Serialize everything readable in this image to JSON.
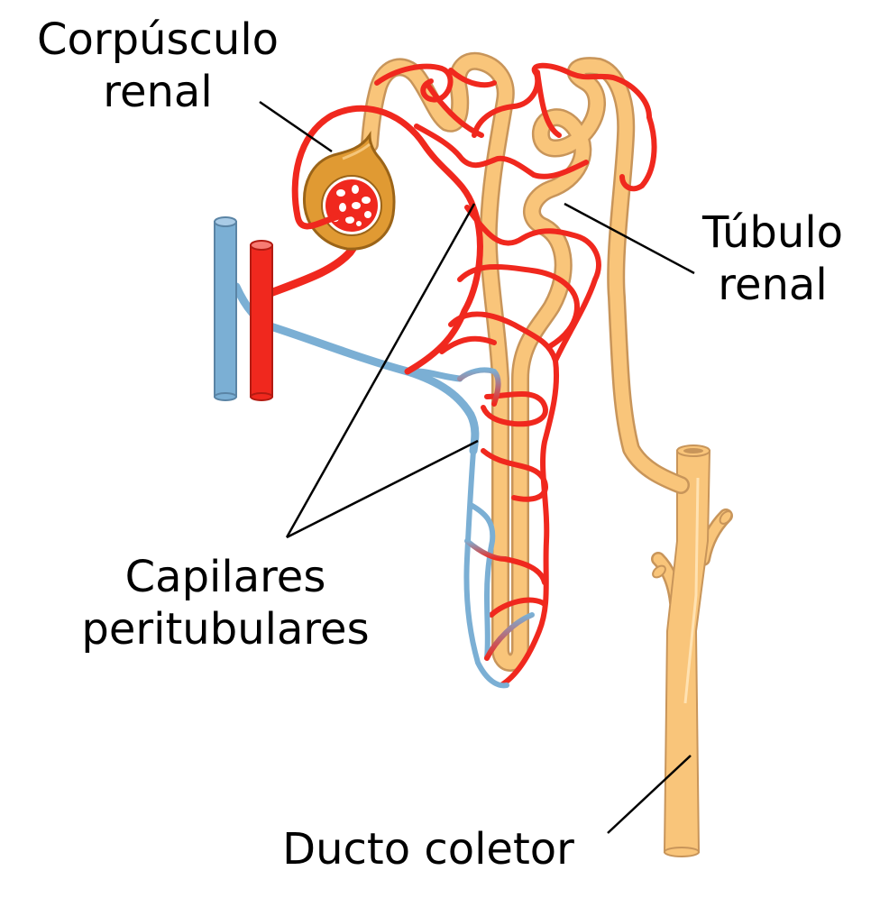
{
  "colors": {
    "artery": "#f0281e",
    "vein": "#7bafd4",
    "tubule": "#f9c57a",
    "tubule_edge": "#c8955a",
    "capsule": "#e09a33",
    "capsule_edge": "#9b6418",
    "leader": "#000000"
  },
  "labels": {
    "corpuscle": [
      "Corpúsculo",
      "renal"
    ],
    "tubule": [
      "Túbulo",
      "renal"
    ],
    "capillaries": [
      "Capilares",
      "peritubulares"
    ],
    "duct": "Ducto coletor"
  }
}
